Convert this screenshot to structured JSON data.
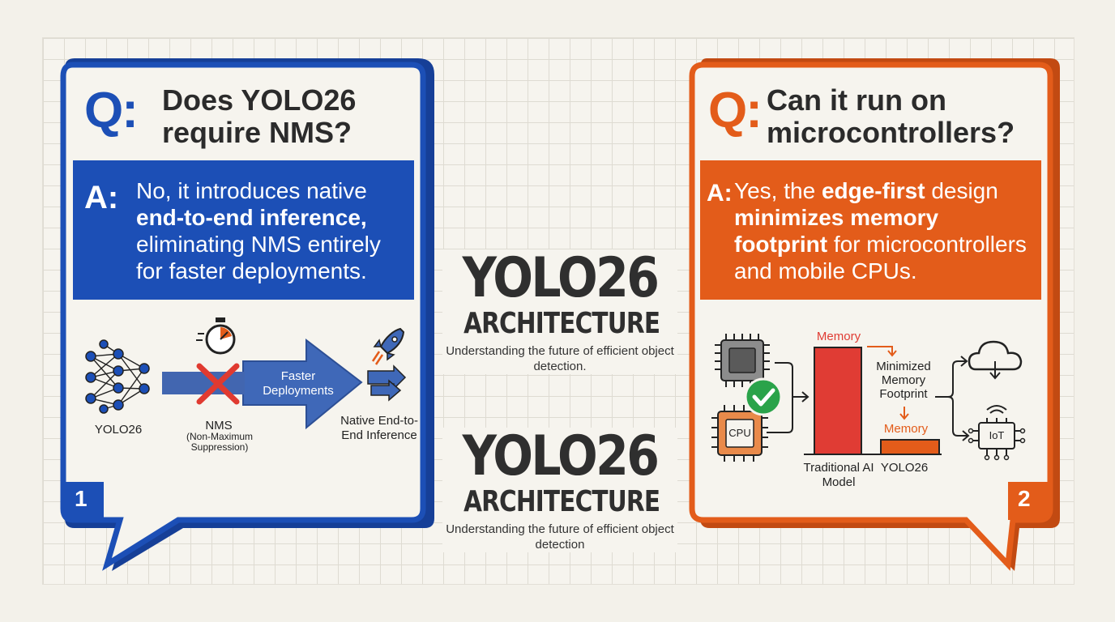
{
  "card_left": {
    "number": "1",
    "q_letter": "Q:",
    "question": "Does YOLO26 require NMS?",
    "a_letter": "A:",
    "answer_part1": "No, it introduces native",
    "answer_bold": "end-to-end inference,",
    "answer_part2": "eliminating NMS entirely for faster deployments.",
    "diagram": {
      "model_label": "YOLO26",
      "nms_label": "NMS",
      "nms_sub": "(Non-Maximum Suppression)",
      "arrow_label": "Faster Deployments",
      "result_label": "Native End-to-End Inference"
    },
    "colors": {
      "accent": "#1c4fb6",
      "accent_dark": "#163f97"
    }
  },
  "card_right": {
    "number": "2",
    "q_letter": "Q:",
    "question": "Can it run on microcontrollers?",
    "a_letter": "A:",
    "answer_part1": "Yes, the",
    "answer_bold1": "edge-first",
    "answer_part2": "design",
    "answer_bold2": "minimizes memory footprint",
    "answer_part3": "for microcontrollers and mobile CPUs.",
    "diagram": {
      "memory_label_top": "Memory",
      "memory_label_small": "Memory",
      "minimized_label": "Minimized Memory Footprint",
      "traditional_label": "Traditional AI Model",
      "yolo_label": "YOLO26",
      "cpu_label": "CPU",
      "iot_label": "IoT"
    },
    "colors": {
      "accent": "#e35c1a",
      "accent_dark": "#c24a12"
    }
  },
  "center": {
    "title_top": "YOLO26",
    "subtitle_top": "ARCHITECTURE",
    "tagline_top": "Understanding the future of efficient object detection.",
    "title_bottom": "YOLO26",
    "subtitle_bottom": "ARCHITECTURE",
    "tagline_bottom": "Understanding the future of efficient object detection"
  }
}
